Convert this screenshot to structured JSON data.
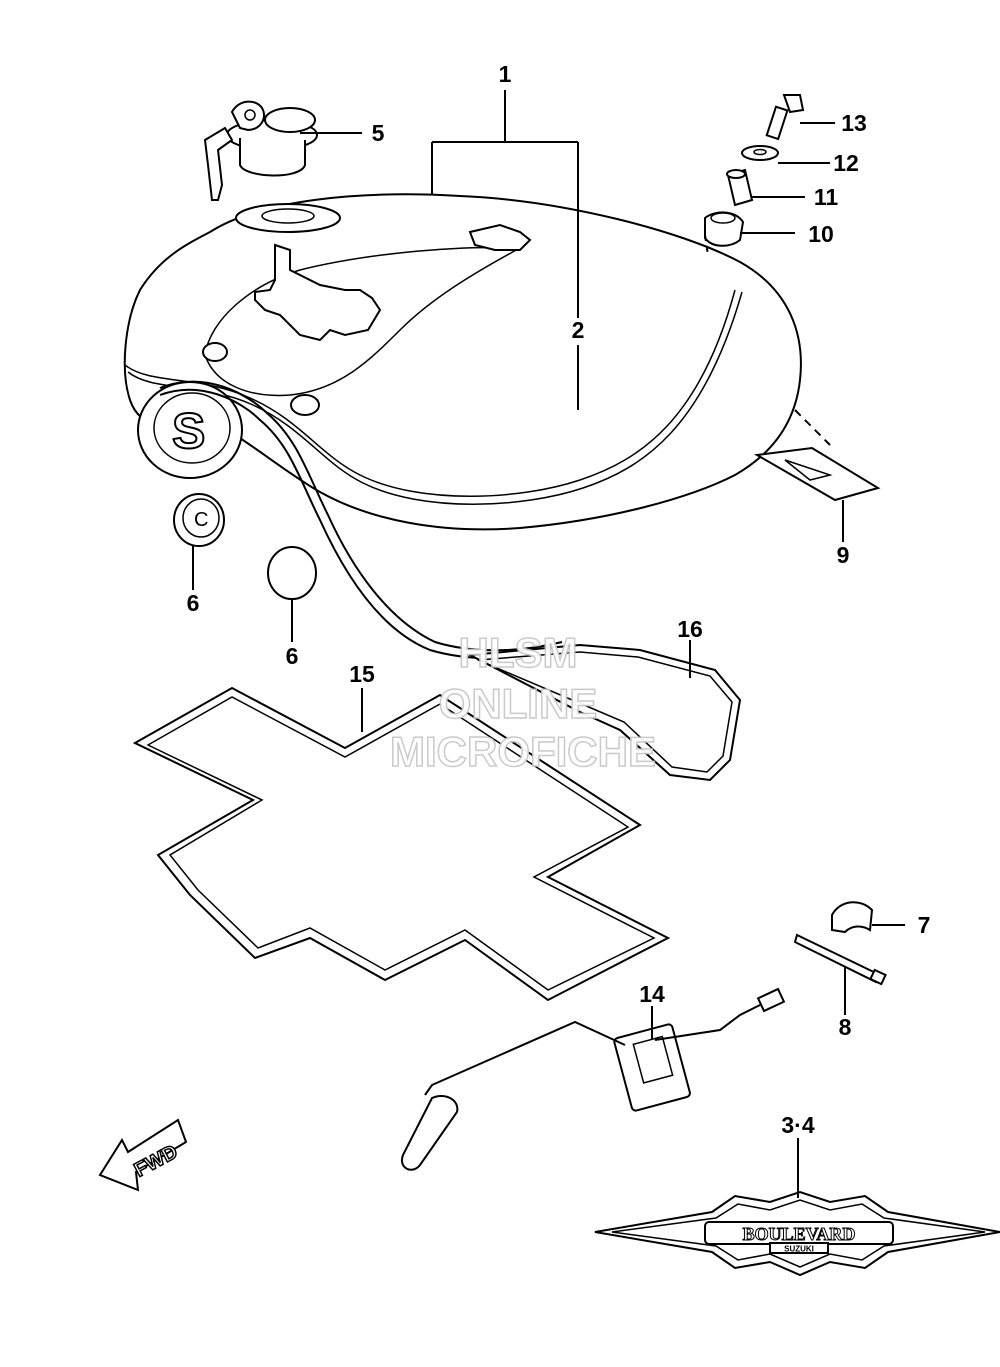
{
  "callouts": {
    "c1": "1",
    "c2": "2",
    "c3_4": "3·4",
    "c5": "5",
    "c6a": "6",
    "c6b": "6",
    "c7": "7",
    "c8": "8",
    "c9": "9",
    "c10": "10",
    "c11": "11",
    "c12": "12",
    "c13": "13",
    "c14": "14",
    "c15": "15",
    "c16": "16"
  },
  "watermark": {
    "line1": "HLSM",
    "line2": "ONLINE",
    "line3": "MICROFICHE"
  },
  "direction_arrow": "FWD",
  "emblem": {
    "main": "BOULEVARD",
    "sub": "SUZUKI"
  },
  "icons": {
    "forward_arrow": "forward-arrow-icon",
    "emblem": "boulevard-emblem"
  }
}
